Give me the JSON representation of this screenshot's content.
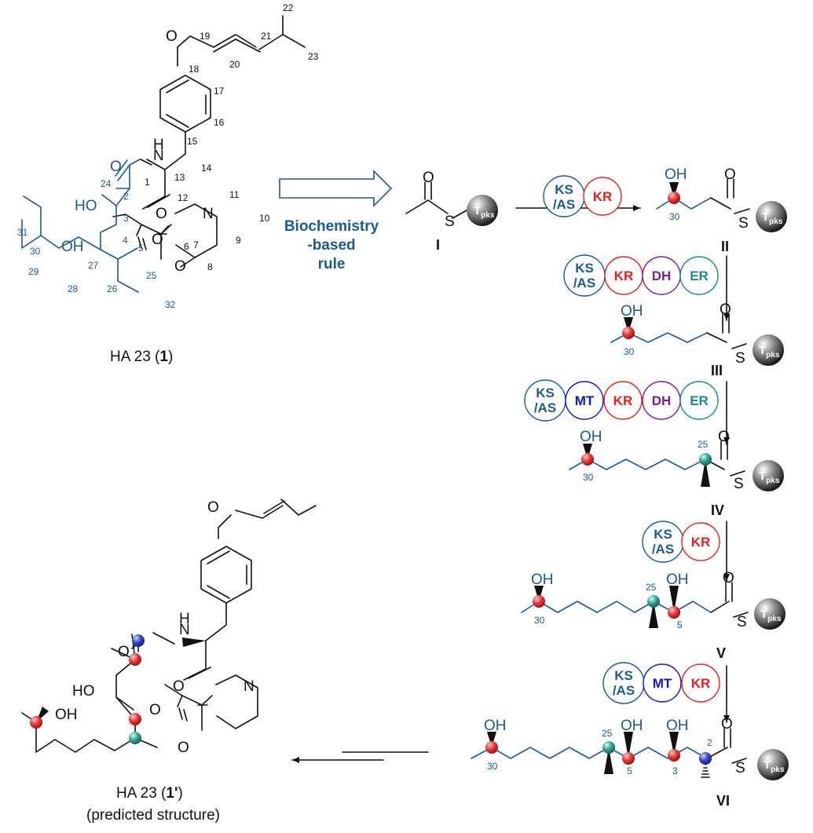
{
  "colors": {
    "blue": "#1f5a8c",
    "ks_as": "#1f5a8c",
    "kr": "#e02020",
    "dh": "#7a1f8f",
    "er": "#1a8a8a",
    "mt": "#1414c8",
    "sphere_red": "#e84040",
    "sphere_teal": "#3aa89a",
    "sphere_blue": "#3a4ad0"
  },
  "atoms": {
    "O": "O",
    "N": "N",
    "H": "H",
    "S": "S",
    "OH": "OH",
    "HO": "HO"
  },
  "compound1": {
    "caption_prefix": "HA 23 (",
    "caption_bold": "1",
    "caption_suffix": ")",
    "numbers": {
      "n1": "1",
      "n2": "2",
      "n3": "3",
      "n4": "4",
      "n5": "5",
      "n6": "6",
      "n7": "7",
      "n8": "8",
      "n9": "9",
      "n10": "10",
      "n11": "11",
      "n12": "12",
      "n13": "13",
      "n14": "14",
      "n15": "15",
      "n16": "16",
      "n17": "17",
      "n18": "18",
      "n19": "19",
      "n20": "20",
      "n21": "21",
      "n22": "22",
      "n23": "23",
      "n24": "24",
      "n25": "25",
      "n26": "26",
      "n27": "27",
      "n28": "28",
      "n29": "29",
      "n30": "30",
      "n31": "31",
      "n32": "32"
    }
  },
  "rule_arrow": {
    "line1": "Biochemistry",
    "line2": "-based",
    "line3": "rule"
  },
  "enzymes": {
    "ks": "KS",
    "as": "/AS",
    "kr": "KR",
    "dh": "DH",
    "er": "ER",
    "mt": "MT"
  },
  "thioester": {
    "t": "T",
    "sub": "pks"
  },
  "intermediates": {
    "I": "I",
    "II": "II",
    "III": "III",
    "IV": "IV",
    "V": "V",
    "VI": "VI",
    "c30": "30",
    "c25": "25",
    "c5": "5",
    "c3": "3",
    "c2": "2"
  },
  "compound1p": {
    "caption_prefix": "HA 23 (",
    "caption_bold": "1'",
    "caption_suffix": ")",
    "subcaption": "(predicted structure)"
  }
}
